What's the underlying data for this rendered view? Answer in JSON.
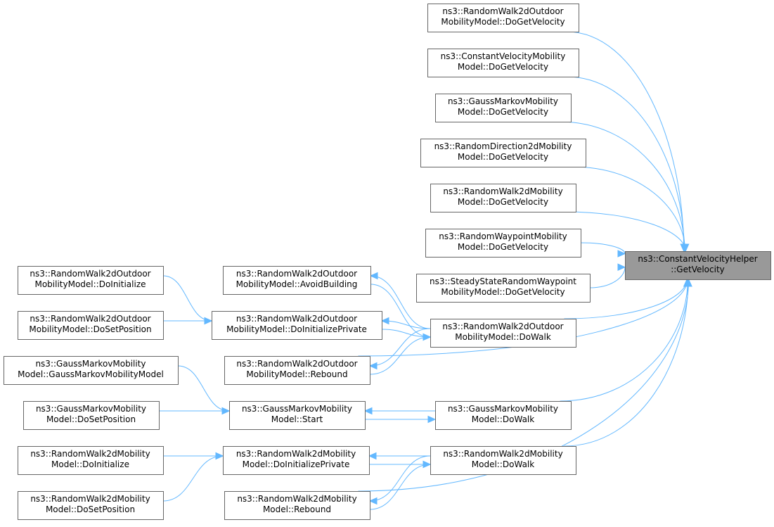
{
  "target": {
    "id": "cvh",
    "lines": [
      "ns3::ConstantVelocityHelper",
      "::GetVelocity"
    ]
  },
  "nodes": [
    {
      "id": "rw2o_dgv",
      "lines": [
        "ns3::RandomWalk2dOutdoor",
        "MobilityModel::DoGetVelocity"
      ]
    },
    {
      "id": "cv_dgv",
      "lines": [
        "ns3::ConstantVelocityMobility",
        "Model::DoGetVelocity"
      ]
    },
    {
      "id": "gm_dgv",
      "lines": [
        "ns3::GaussMarkovMobility",
        "Model::DoGetVelocity"
      ]
    },
    {
      "id": "rd2_dgv",
      "lines": [
        "ns3::RandomDirection2dMobility",
        "Model::DoGetVelocity"
      ]
    },
    {
      "id": "rw2_dgv",
      "lines": [
        "ns3::RandomWalk2dMobility",
        "Model::DoGetVelocity"
      ]
    },
    {
      "id": "rwp_dgv",
      "lines": [
        "ns3::RandomWaypointMobility",
        "Model::DoGetVelocity"
      ]
    },
    {
      "id": "ssrw_dgv",
      "lines": [
        "ns3::SteadyStateRandomWaypoint",
        "MobilityModel::DoGetVelocity"
      ]
    },
    {
      "id": "rw2o_dw",
      "lines": [
        "ns3::RandomWalk2dOutdoor",
        "MobilityModel::DoWalk"
      ]
    },
    {
      "id": "rw2o_ab",
      "lines": [
        "ns3::RandomWalk2dOutdoor",
        "MobilityModel::AvoidBuilding"
      ]
    },
    {
      "id": "rw2o_dip",
      "lines": [
        "ns3::RandomWalk2dOutdoor",
        "MobilityModel::DoInitializePrivate"
      ]
    },
    {
      "id": "rw2o_reb",
      "lines": [
        "ns3::RandomWalk2dOutdoor",
        "MobilityModel::Rebound"
      ]
    },
    {
      "id": "rw2o_di",
      "lines": [
        "ns3::RandomWalk2dOutdoor",
        "MobilityModel::DoInitialize"
      ]
    },
    {
      "id": "rw2o_dsp",
      "lines": [
        "ns3::RandomWalk2dOutdoor",
        "MobilityModel::DoSetPosition"
      ]
    },
    {
      "id": "gm_dw",
      "lines": [
        "ns3::GaussMarkovMobility",
        "Model::DoWalk"
      ]
    },
    {
      "id": "gm_start",
      "lines": [
        "ns3::GaussMarkovMobility",
        "Model::Start"
      ]
    },
    {
      "id": "gm_ctor",
      "lines": [
        "ns3::GaussMarkovMobility",
        "Model::GaussMarkovMobilityModel"
      ]
    },
    {
      "id": "gm_dsp",
      "lines": [
        "ns3::GaussMarkovMobility",
        "Model::DoSetPosition"
      ]
    },
    {
      "id": "rw2_dw",
      "lines": [
        "ns3::RandomWalk2dMobility",
        "Model::DoWalk"
      ]
    },
    {
      "id": "rw2_dip",
      "lines": [
        "ns3::RandomWalk2dMobility",
        "Model::DoInitializePrivate"
      ]
    },
    {
      "id": "rw2_reb",
      "lines": [
        "ns3::RandomWalk2dMobility",
        "Model::Rebound"
      ]
    },
    {
      "id": "rw2_di",
      "lines": [
        "ns3::RandomWalk2dMobility",
        "Model::DoInitialize"
      ]
    },
    {
      "id": "rw2_dsp",
      "lines": [
        "ns3::RandomWalk2dMobility",
        "Model::DoSetPosition"
      ]
    }
  ],
  "edges": [
    {
      "from": "rw2o_dgv",
      "to": "cvh"
    },
    {
      "from": "cv_dgv",
      "to": "cvh"
    },
    {
      "from": "gm_dgv",
      "to": "cvh"
    },
    {
      "from": "rd2_dgv",
      "to": "cvh"
    },
    {
      "from": "rw2_dgv",
      "to": "cvh"
    },
    {
      "from": "rwp_dgv",
      "to": "cvh"
    },
    {
      "from": "ssrw_dgv",
      "to": "cvh"
    },
    {
      "from": "rw2o_dw",
      "to": "cvh"
    },
    {
      "from": "rw2o_reb",
      "to": "cvh"
    },
    {
      "from": "gm_dw",
      "to": "cvh"
    },
    {
      "from": "rw2_dw",
      "to": "cvh"
    },
    {
      "from": "rw2_reb",
      "to": "cvh"
    },
    {
      "from": "rw2o_dw",
      "to": "rw2o_ab"
    },
    {
      "from": "rw2o_ab",
      "to": "rw2o_dw"
    },
    {
      "from": "rw2o_dw",
      "to": "rw2o_dip"
    },
    {
      "from": "rw2o_dip",
      "to": "rw2o_dw"
    },
    {
      "from": "rw2o_dw",
      "to": "rw2o_reb"
    },
    {
      "from": "rw2o_reb",
      "to": "rw2o_dw"
    },
    {
      "from": "rw2o_di",
      "to": "rw2o_dip"
    },
    {
      "from": "rw2o_dsp",
      "to": "rw2o_dip"
    },
    {
      "from": "gm_dw",
      "to": "gm_start"
    },
    {
      "from": "gm_start",
      "to": "gm_dw"
    },
    {
      "from": "gm_ctor",
      "to": "gm_start"
    },
    {
      "from": "gm_dsp",
      "to": "gm_start"
    },
    {
      "from": "rw2_dw",
      "to": "rw2_dip"
    },
    {
      "from": "rw2_dip",
      "to": "rw2_dw"
    },
    {
      "from": "rw2_dw",
      "to": "rw2_reb"
    },
    {
      "from": "rw2_reb",
      "to": "rw2_dw"
    },
    {
      "from": "rw2_di",
      "to": "rw2_dip"
    },
    {
      "from": "rw2_dsp",
      "to": "rw2_dip"
    }
  ],
  "colors": {
    "edge": "#63b8ff",
    "node_border": "#666666",
    "target_fill": "#999999",
    "node_fill": "#ffffff"
  }
}
